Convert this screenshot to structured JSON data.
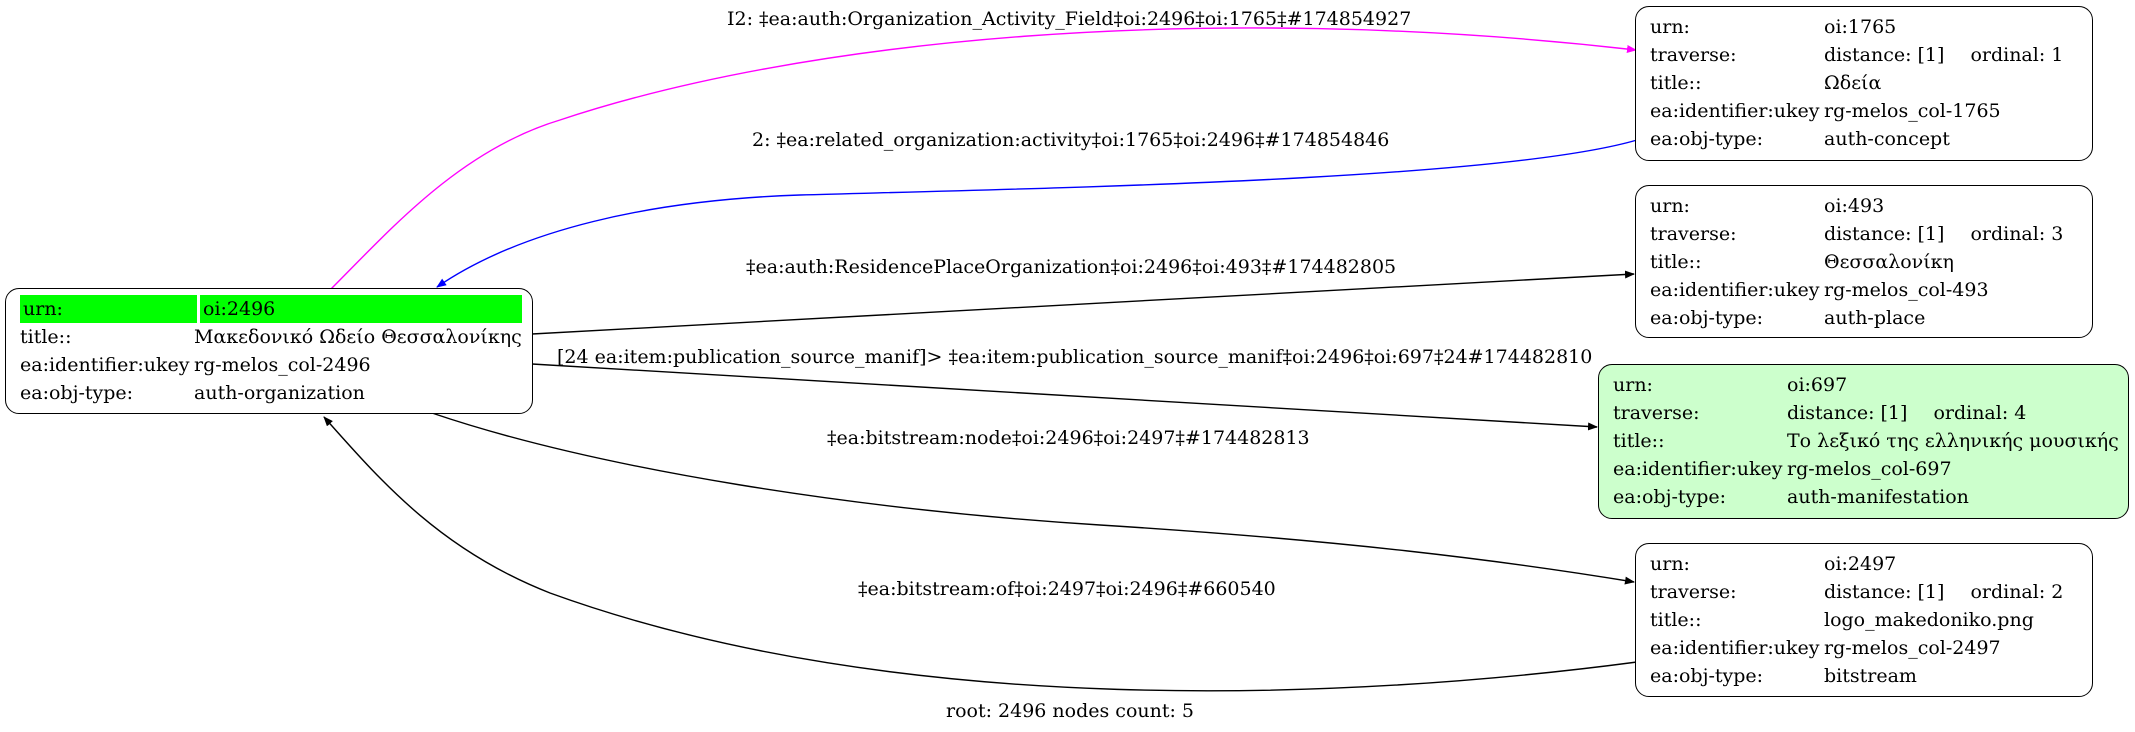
{
  "root_node": {
    "urn_key": "urn:",
    "urn": "oi:2496",
    "title_key": "title::",
    "title": "Μακεδονικό Ωδείο Θεσσαλονίκης",
    "ukey_key": "ea:identifier:ukey",
    "ukey": "rg-melos_col-2496",
    "type_key": "ea:obj-type:",
    "type": "auth-organization"
  },
  "nodes": [
    {
      "urn": "oi:1765",
      "traverse": "distance: [1]",
      "ordinal": "ordinal: 1",
      "title": "Ωδεία",
      "ukey": "rg-melos_col-1765",
      "type": "auth-concept"
    },
    {
      "urn": "oi:493",
      "traverse": "distance: [1]",
      "ordinal": "ordinal: 3",
      "title": "Θεσσαλονίκη",
      "ukey": "rg-melos_col-493",
      "type": "auth-place"
    },
    {
      "urn": "oi:697",
      "traverse": "distance: [1]",
      "ordinal": "ordinal: 4",
      "title": "Το λεξικό της ελληνικής μουσικής",
      "ukey": "rg-melos_col-697",
      "type": "auth-manifestation"
    },
    {
      "urn": "oi:2497",
      "traverse": "distance: [1]",
      "ordinal": "ordinal: 2",
      "title": "logo_makedoniko.png",
      "ukey": "rg-melos_col-2497",
      "type": "bitstream"
    }
  ],
  "keys": {
    "urn": "urn:",
    "traverse": "traverse:",
    "title": "title::",
    "ukey": "ea:identifier:ukey",
    "type": "ea:obj-type:"
  },
  "edges": [
    {
      "label": "I2: ‡ea:auth:Organization_Activity_Field‡oi:2496‡oi:1765‡#174854927",
      "color": "#ff00ff"
    },
    {
      "label": "2: ‡ea:related_organization:activity‡oi:1765‡oi:2496‡#174854846",
      "color": "#0000ff"
    },
    {
      "label": "‡ea:auth:ResidencePlaceOrganization‡oi:2496‡oi:493‡#174482805",
      "color": "#000000"
    },
    {
      "label": "[24 ea:item:publication_source_manif]> ‡ea:item:publication_source_manif‡oi:2496‡oi:697‡24#174482810",
      "color": "#000000"
    },
    {
      "label": "‡ea:bitstream:node‡oi:2496‡oi:2497‡#174482813",
      "color": "#000000"
    },
    {
      "label": "‡ea:bitstream:of‡oi:2497‡oi:2496‡#660540",
      "color": "#000000"
    }
  ],
  "footer": "root: 2496 nodes count: 5",
  "colors": {
    "root_highlight": "#00ff00",
    "manifestation_fill": "#ccffcc"
  }
}
